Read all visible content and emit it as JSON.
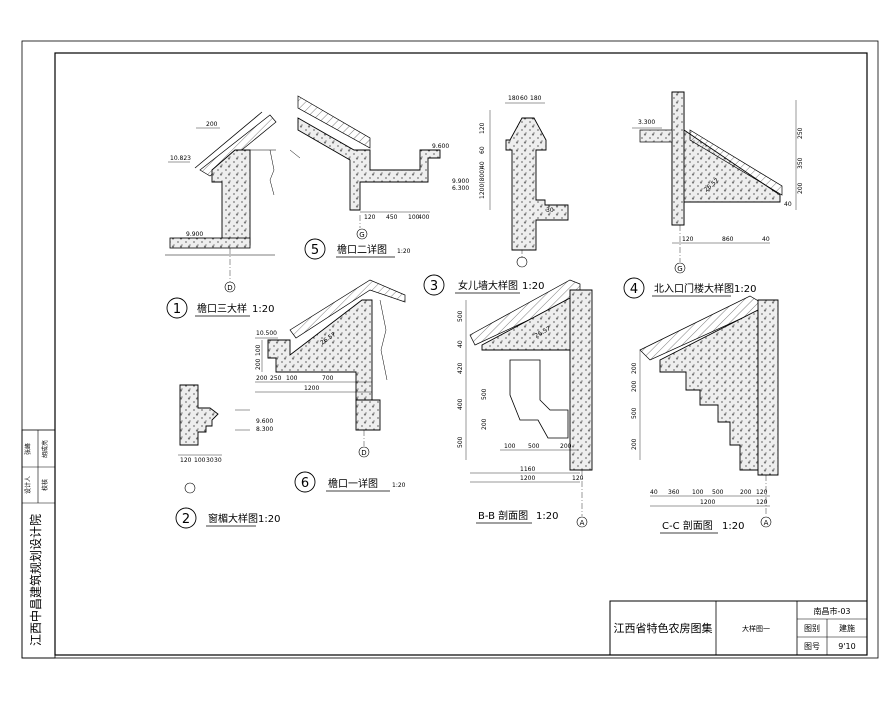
{
  "title_block": {
    "org_vertical": "江西中昌建筑规划设计院",
    "role_row1": [
      "设计人",
      "校核"
    ],
    "role_row2": [
      "张峰",
      "胡成亮"
    ],
    "project_title": "江西省特色农房图集",
    "sheet_title": "大样图一",
    "city_code": "南昌市-03",
    "category_label": "图别",
    "category_value": "建施",
    "number_label": "图号",
    "number_value": "9'10"
  },
  "details": [
    {
      "num": "1",
      "title": "檐口三大样",
      "scale": "1:20"
    },
    {
      "num": "2",
      "title": "窗楣大样图",
      "scale": "1:20"
    },
    {
      "num": "3",
      "title": "女儿墙大样图",
      "scale": "1:20"
    },
    {
      "num": "4",
      "title": "北入口门楼大样图",
      "scale": "1:20"
    },
    {
      "num": "5",
      "title": "檐口二详图",
      "scale": "1:20"
    },
    {
      "num": "6",
      "title": "檐口一详图",
      "scale": "1:20"
    }
  ],
  "sections": [
    {
      "title": "B-B 剖面图",
      "scale": "1:20",
      "axis": "A"
    },
    {
      "title": "C-C 剖面图",
      "scale": "1:20",
      "axis": "A"
    }
  ],
  "axis_marks": [
    "D",
    "G",
    "G",
    "D"
  ],
  "dims": {
    "d1": [
      "200",
      "10.823",
      "9.900"
    ],
    "d5": [
      "9.600",
      "9.900",
      "6.300",
      "120",
      "450",
      "100",
      "400"
    ],
    "d3": [
      "180",
      "60",
      "180",
      "120",
      "60",
      "40",
      "1200(800)",
      "30"
    ],
    "d4": [
      "3.300",
      "250",
      "350",
      "200",
      "40",
      "26.57",
      "120",
      "860",
      "40"
    ],
    "d6": [
      "10.500",
      "100",
      "200",
      "200",
      "250",
      "100",
      "700",
      "1200",
      "26.57"
    ],
    "d2": [
      "120",
      "100",
      "30",
      "30",
      "9.600",
      "8.300"
    ],
    "bb": [
      "500",
      "40",
      "420",
      "400",
      "500",
      "500",
      "200",
      "100",
      "500",
      "200",
      "1160",
      "1200",
      "120",
      "26.57"
    ],
    "cc": [
      "200",
      "200",
      "500",
      "200",
      "40",
      "360",
      "100",
      "500",
      "200",
      "120",
      "1200",
      "120"
    ]
  }
}
